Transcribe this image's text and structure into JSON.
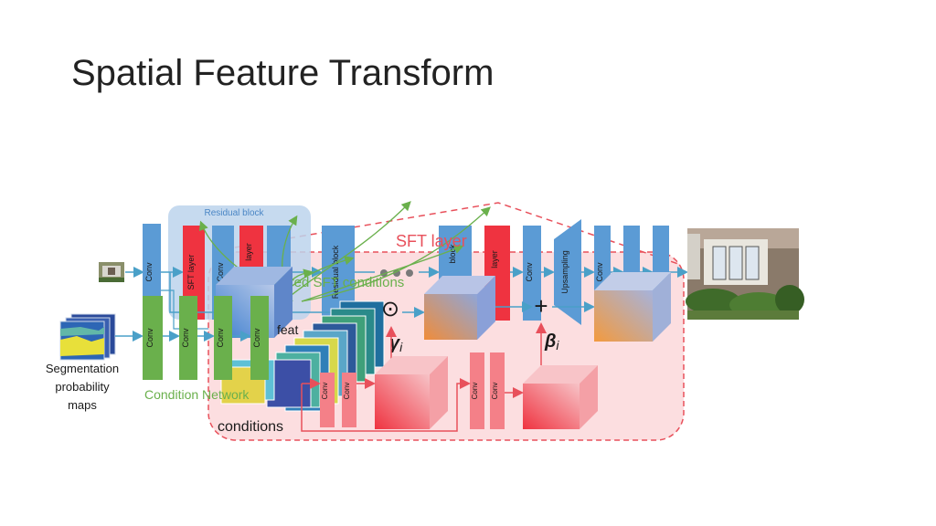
{
  "slide": {
    "title": "Spatial Feature Transform"
  },
  "labels": {
    "residual_block": "Residual block",
    "sft_layer_banner": "SFT layer",
    "shared_sft_conditions": "Shared SFT conditions",
    "feat": "feat",
    "conditions": "conditions",
    "condition_network": "Condition Network",
    "segmentation_line1": "Segmentation",
    "segmentation_line2": "probability",
    "segmentation_line3": "maps",
    "gamma": "γ",
    "beta": "β",
    "subscript_i": "i",
    "hadamard": "⊙",
    "plus": "+"
  },
  "layers": {
    "conv": "Conv",
    "sft_layer": "SFT layer",
    "residual_block": "Residual block",
    "upsampling": "Upsampling",
    "block_fragment": "block",
    "layer_fragment": "layer"
  },
  "colors": {
    "conv_blue": "#5b9bd5",
    "sft_red": "#ef3340",
    "condition_green": "#6ab04c",
    "sft_region_fill": "#fbd3d6",
    "sft_region_stroke": "#e8505b",
    "residual_fill": "#bcd4ec",
    "arrow_blue": "#4aa0c8",
    "arrow_green": "#6ab04c",
    "arrow_red": "#e8505b"
  },
  "icons": {
    "input_image": "low-res-house-image-icon",
    "output_image": "high-res-house-image-icon",
    "segmentation_maps": "segmentation-maps-icon",
    "condition_stack": "condition-feature-stack-icon"
  }
}
